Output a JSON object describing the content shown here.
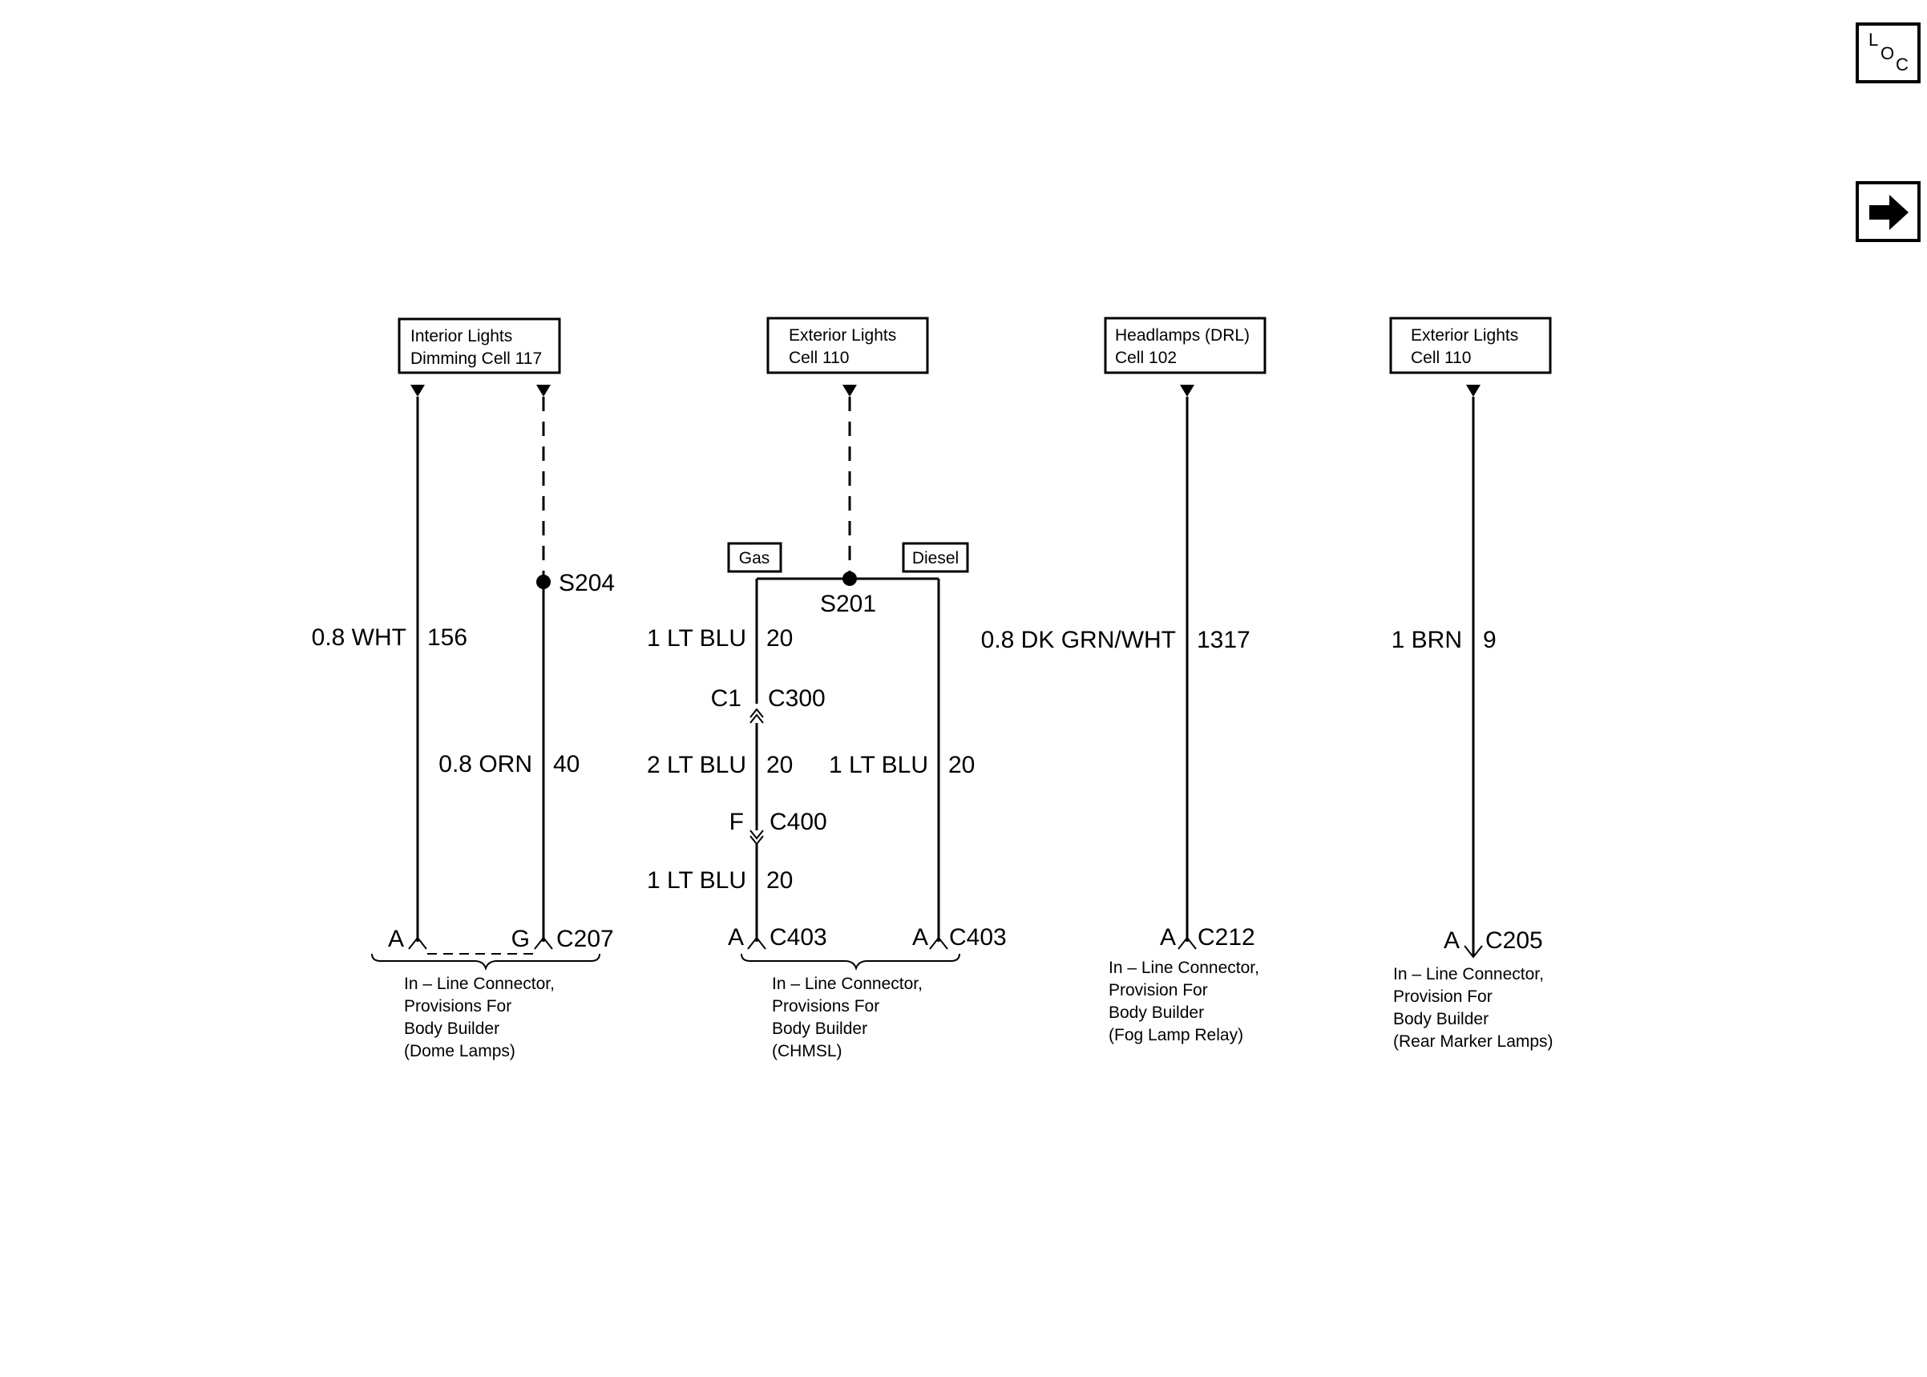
{
  "nav": {
    "loc": {
      "l": "L",
      "o": "O",
      "c": "C"
    },
    "next_icon": "right-arrow-icon"
  },
  "circuits": [
    {
      "box": [
        "Interior Lights",
        "Dimming Cell 117"
      ],
      "wires": [
        {
          "size_color": "0.8 WHT",
          "circuit": "156"
        },
        {
          "size_color": "0.8 ORN",
          "circuit": "40"
        }
      ],
      "splice": "S204",
      "pins": [
        "A",
        "G"
      ],
      "connector": "C207",
      "note": [
        "In – Line Connector,",
        "Provisions For",
        "Body Builder",
        "(Dome Lamps)"
      ]
    },
    {
      "box": [
        "Exterior Lights",
        "Cell 110"
      ],
      "options": [
        "Gas",
        "Diesel"
      ],
      "splice": "S201",
      "wires": [
        {
          "size_color": "1 LT BLU",
          "circuit": "20"
        },
        {
          "size_color": "2 LT BLU",
          "circuit": "20"
        },
        {
          "size_color": "1 LT BLU",
          "circuit": "20"
        },
        {
          "size_color": "1 LT BLU",
          "circuit": "20"
        }
      ],
      "inline": [
        {
          "pin": "C1",
          "connector": "C300"
        },
        {
          "pin": "F",
          "connector": "C400"
        }
      ],
      "pins": [
        "A",
        "A"
      ],
      "connectors": [
        "C403",
        "C403"
      ],
      "note": [
        "In – Line Connector,",
        "Provisions For",
        "Body Builder",
        "(CHMSL)"
      ]
    },
    {
      "box": [
        "Headlamps (DRL)",
        "Cell 102"
      ],
      "wires": [
        {
          "size_color": "0.8 DK GRN/WHT",
          "circuit": "1317"
        }
      ],
      "pins": [
        "A"
      ],
      "connector": "C212",
      "note": [
        "In – Line Connector,",
        "Provision For",
        "Body Builder",
        "(Fog Lamp Relay)"
      ]
    },
    {
      "box": [
        "Exterior Lights",
        "Cell 110"
      ],
      "wires": [
        {
          "size_color": "1 BRN",
          "circuit": "9"
        }
      ],
      "pins": [
        "A"
      ],
      "connector": "C205",
      "note": [
        "In – Line Connector,",
        "Provision For",
        "Body Builder",
        "(Rear Marker Lamps)"
      ]
    }
  ]
}
